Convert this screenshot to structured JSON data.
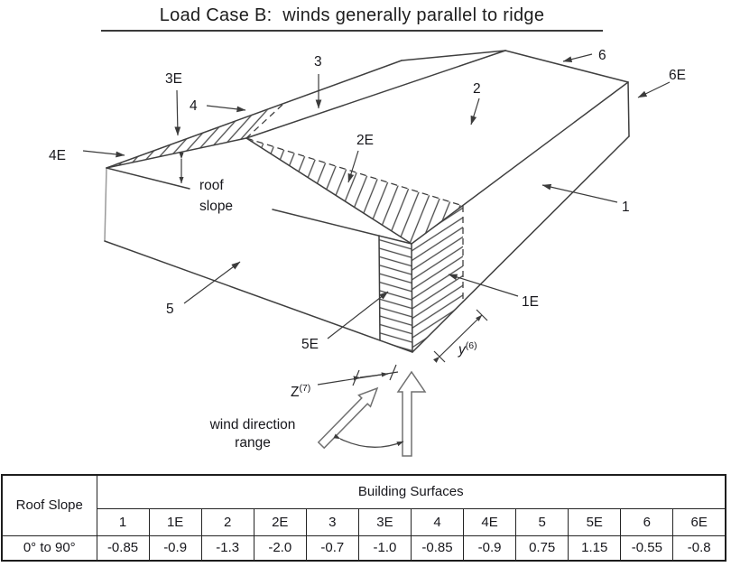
{
  "title": "Load Case B:  winds generally parallel to ridge",
  "diagram": {
    "labels": {
      "l1": "1",
      "l1e": "1E",
      "l2": "2",
      "l2e": "2E",
      "l3": "3",
      "l3e": "3E",
      "l4": "4",
      "l4e": "4E",
      "l5": "5",
      "l5e": "5E",
      "l6": "6",
      "l6e": "6E"
    },
    "roof_slope_note": {
      "line1": "roof",
      "line2": "slope"
    },
    "wind_note": {
      "line1": "wind direction",
      "line2": "range"
    },
    "dim_y": {
      "base": "y",
      "sup": "(6)"
    },
    "dim_z": {
      "base": "Z",
      "sup": "(7)"
    }
  },
  "table": {
    "row_header": "Roof Slope",
    "group_header": "Building Surfaces",
    "columns": [
      "1",
      "1E",
      "2",
      "2E",
      "3",
      "3E",
      "4",
      "4E",
      "5",
      "5E",
      "6",
      "6E"
    ],
    "rows": [
      {
        "label": "0° to 90°",
        "values": [
          "-0.85",
          "-0.9",
          "-1.3",
          "-2.0",
          "-0.7",
          "-1.0",
          "-0.85",
          "-0.9",
          "0.75",
          "1.15",
          "-0.55",
          "-0.8"
        ]
      }
    ]
  }
}
